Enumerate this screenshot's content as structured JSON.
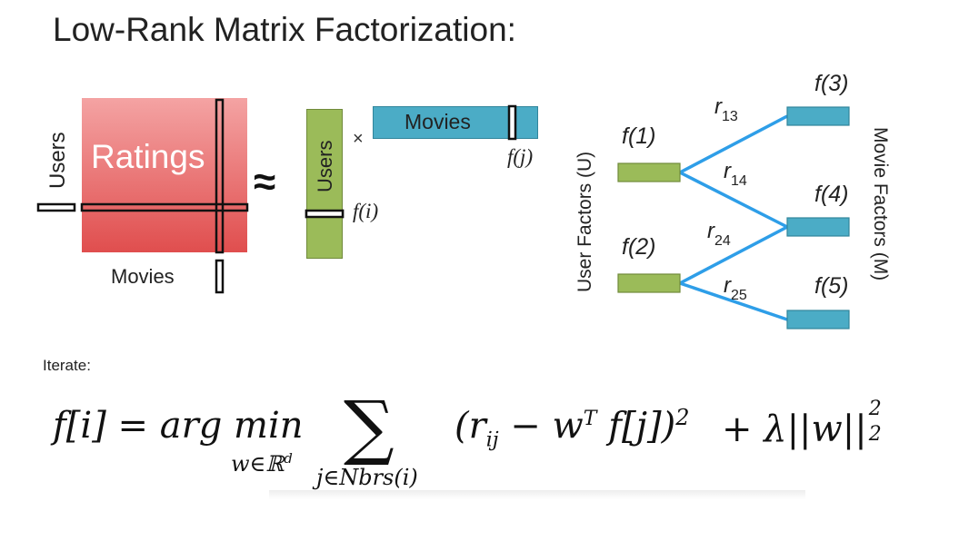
{
  "title": "Low-Rank Matrix Factorization:",
  "matrix": {
    "ratings_label": "Ratings",
    "rows_label": "Users",
    "cols_label": "Movies",
    "approx_symbol": "≈",
    "times_symbol": "×",
    "user_factor_label": "Users",
    "movie_factor_label": "Movies",
    "row_vector_label": "f(i)",
    "col_vector_label": "f(j)"
  },
  "graph": {
    "user_side_label": "User Factors (U)",
    "movie_side_label": "Movie Factors (M)",
    "user_nodes": [
      {
        "id": "1",
        "label": "f(1)"
      },
      {
        "id": "2",
        "label": "f(2)"
      }
    ],
    "movie_nodes": [
      {
        "id": "3",
        "label": "f(3)"
      },
      {
        "id": "4",
        "label": "f(4)"
      },
      {
        "id": "5",
        "label": "f(5)"
      }
    ],
    "edges": [
      {
        "from": "1",
        "to": "3",
        "label": "r",
        "sub": "13"
      },
      {
        "from": "1",
        "to": "4",
        "label": "r",
        "sub": "14"
      },
      {
        "from": "2",
        "to": "4",
        "label": "r",
        "sub": "24"
      },
      {
        "from": "2",
        "to": "5",
        "label": "r",
        "sub": "25"
      }
    ],
    "colors": {
      "user": "#9bbb59",
      "movie": "#4bacc6",
      "edge": "#2e9ee8"
    }
  },
  "iterate_label": "Iterate:",
  "formula": {
    "lhs": "f[i] = arg min",
    "min_sub": "w∈ℝ",
    "min_sub_sup": "d",
    "sum_symbol": "∑",
    "sum_sub": "j∈Nbrs(i)",
    "term_open": "(r",
    "term_open_sub": "ij",
    "term_mid": " − w",
    "term_mid_sup": "T",
    "term_close": " f[j])",
    "term_close_sup": "2",
    "reg": " + λ||w||",
    "reg_sub": "2",
    "reg_sup": "2"
  }
}
